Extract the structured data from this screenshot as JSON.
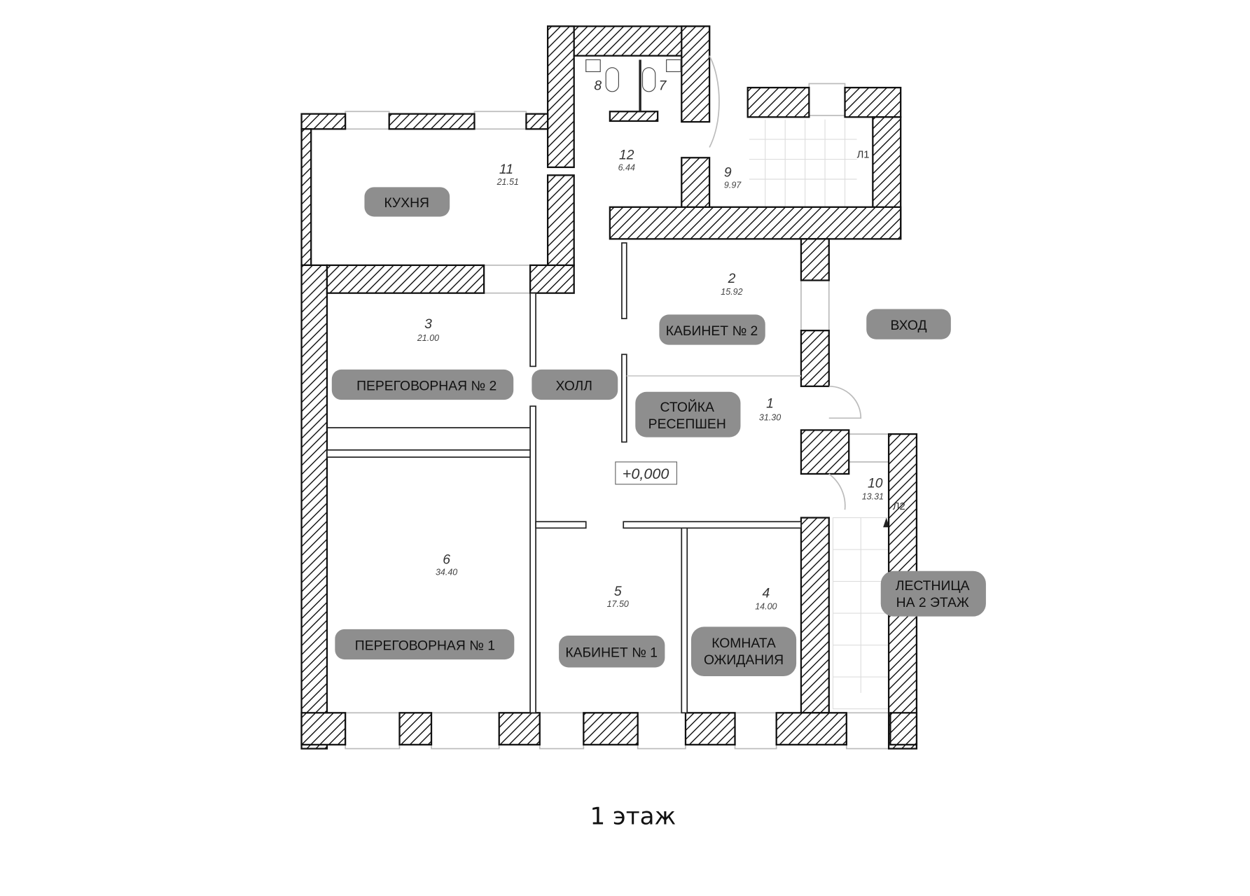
{
  "plan": {
    "title": "1 этаж",
    "level_mark": "+0,000",
    "stair_marks": [
      "Л1",
      "Л2"
    ],
    "rooms": [
      {
        "number": "1",
        "area": "31.30",
        "label": "СТОЙКА\nРЕСЕПШЕН"
      },
      {
        "number": "2",
        "area": "15.92",
        "label": "КАБИНЕТ № 2"
      },
      {
        "number": "3",
        "area": "21.00",
        "label": "ПЕРЕГОВОРНАЯ № 2"
      },
      {
        "number": "4",
        "area": "14.00",
        "label": "КОМНАТА\nОЖИДАНИЯ"
      },
      {
        "number": "5",
        "area": "17.50",
        "label": "КАБИНЕТ № 1"
      },
      {
        "number": "6",
        "area": "34.40",
        "label": "ПЕРЕГОВОРНАЯ № 1"
      },
      {
        "number": "7",
        "area": ""
      },
      {
        "number": "8",
        "area": ""
      },
      {
        "number": "9",
        "area": "9.97"
      },
      {
        "number": "10",
        "area": "13.31",
        "label": "ЛЕСТНИЦА\nНА 2 ЭТАЖ"
      },
      {
        "number": "11",
        "area": "21.51",
        "label": "КУХНЯ"
      },
      {
        "number": "12",
        "area": "6.44"
      }
    ],
    "labels": {
      "kitchen": "КУХНЯ",
      "office2": "КАБИНЕТ № 2",
      "entrance": "ВХОД",
      "meeting2": "ПЕРЕГОВОРНАЯ № 2",
      "hall": "ХОЛЛ",
      "reception_1": "СТОЙКА",
      "reception_2": "РЕСЕПШЕН",
      "meeting1": "ПЕРЕГОВОРНАЯ № 1",
      "office1": "КАБИНЕТ № 1",
      "waiting_1": "КОМНАТА",
      "waiting_2": "ОЖИДАНИЯ",
      "stairs_1": "ЛЕСТНИЦА",
      "stairs_2": "НА 2 ЭТАЖ"
    }
  }
}
